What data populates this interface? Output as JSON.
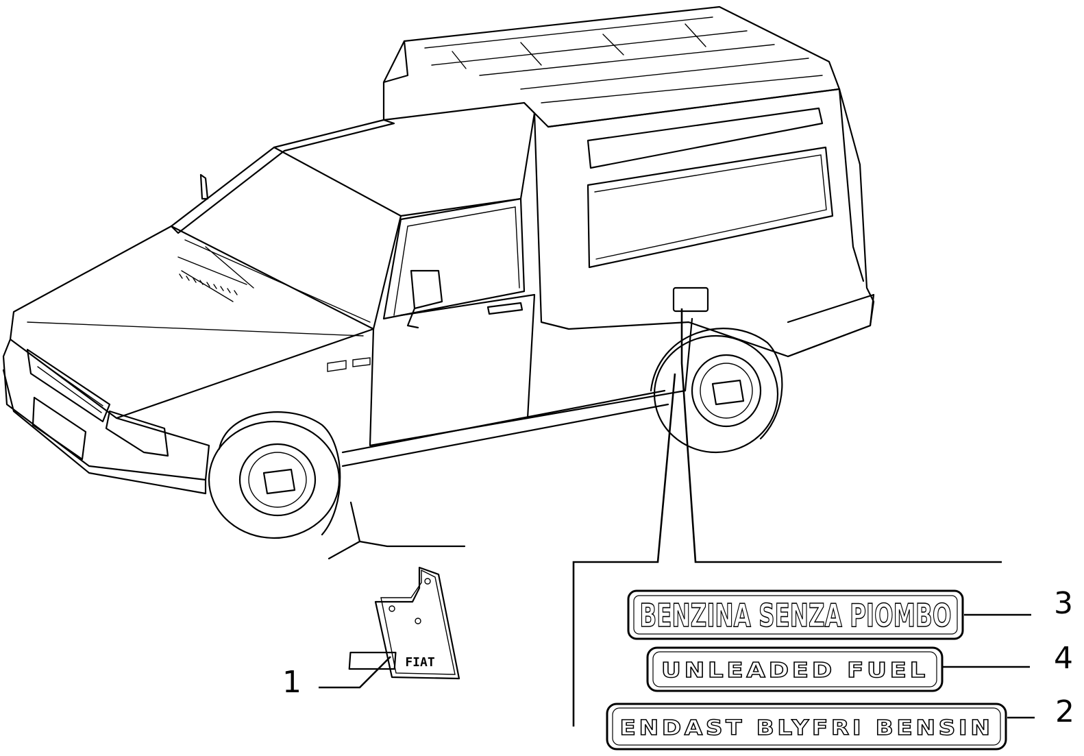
{
  "callouts": {
    "part1": "1",
    "part2": "2",
    "part3": "3",
    "part4": "4"
  },
  "decals": {
    "italian": "BENZINA SENZA PIOMBO",
    "english": "UNLEADED FUEL",
    "scandinavian": "ENDAST BLYFRI BENSIN"
  },
  "mudflap_logo": "FIAT",
  "colors": {
    "line": "#000000",
    "background": "#ffffff"
  }
}
